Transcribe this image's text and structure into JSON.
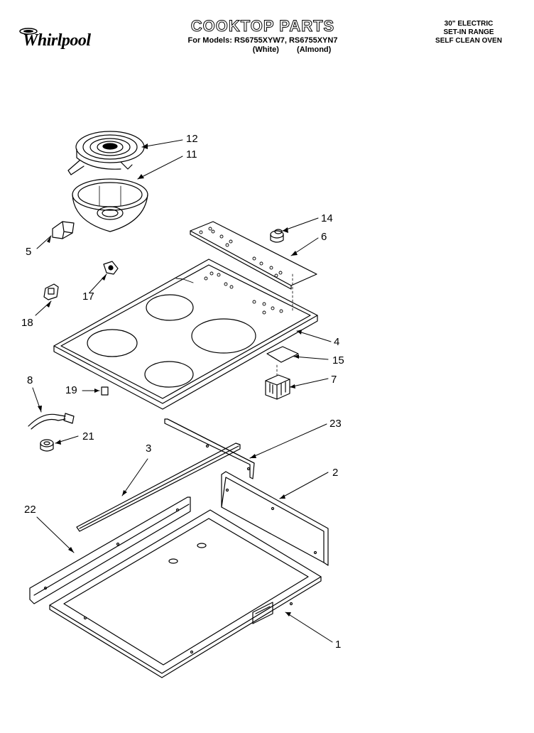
{
  "header": {
    "brand": "Whirlpool",
    "title": "COOKTOP PARTS",
    "models_line": "For Models: RS6755XYW7, RS6755XYN7",
    "color_white": "(White)",
    "color_almond": "(Almond)",
    "spec_line1": "30\" ELECTRIC",
    "spec_line2": "SET-IN RANGE",
    "spec_line3": "SELF CLEAN OVEN"
  },
  "callouts": {
    "c1": "1",
    "c2": "2",
    "c3": "3",
    "c4": "4",
    "c5": "5",
    "c6": "6",
    "c7": "7",
    "c8": "8",
    "c11": "11",
    "c12": "12",
    "c14": "14",
    "c15": "15",
    "c17": "17",
    "c18": "18",
    "c19": "19",
    "c21": "21",
    "c22": "22",
    "c23": "23"
  }
}
